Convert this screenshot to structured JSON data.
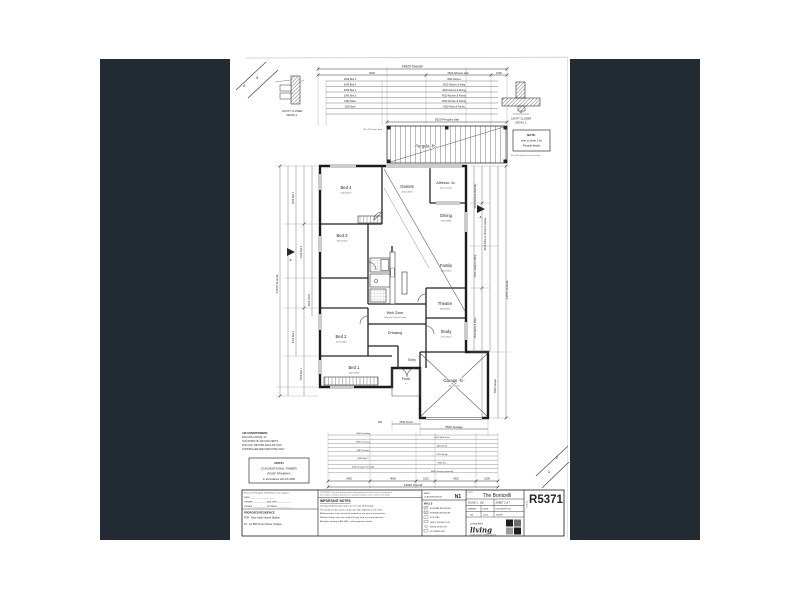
{
  "canvas": {
    "background": "#ffffff",
    "panel_color": "#222b32"
  },
  "drawing": {
    "fold_marks": {
      "top_left_a": "4",
      "top_left_b": "3",
      "bottom_right_a": "2",
      "bottom_right_b": "1"
    },
    "details": {
      "cavity1_line1": "CAVITY CLOSER",
      "cavity1_line2": "DETAIL 1",
      "cavity2_line1": "CAVITY CLOSER",
      "cavity2_line2": "DETAIL 2",
      "cavity2_dim": "90"
    },
    "pergola_note": {
      "l1": "NOTE:",
      "l2": "refer to sheet 3 for",
      "l3": "Pergola details"
    },
    "post_note_left": "90 x 90 timber post",
    "post_note_right": "90 x 90 timber post on stirrups",
    "section_marker": "A",
    "rooms": [
      {
        "label": "Bed 4",
        "sub": "2640x3070"
      },
      {
        "label": "Games",
        "sub": "4520x4060"
      },
      {
        "label": "Alfresco -fc-",
        "sub": "(tbc paving)"
      },
      {
        "label": "Dining",
        "sub": "3310x3890"
      },
      {
        "label": "Bed 3",
        "sub": "3010x4240"
      },
      {
        "label": "Family",
        "sub": "4010x3310"
      },
      {
        "label": "Web Zone",
        "sub": "Joinery by Owner to Design"
      },
      {
        "label": "Dressing",
        "sub": ""
      },
      {
        "label": "Theatre",
        "sub": "4580x3010"
      },
      {
        "label": "Study",
        "sub": "4170x3010"
      },
      {
        "label": "Bed 2",
        "sub": "3010x3440"
      },
      {
        "label": "Bed 1",
        "sub": "3440x3940"
      },
      {
        "label": "Entry",
        "sub": ""
      },
      {
        "label": "Porch",
        "sub": "-tc-"
      },
      {
        "label": "Garage -fc-",
        "sub": "5500x3660"
      },
      {
        "label": "Pergola -fc-",
        "sub": ""
      }
    ],
    "dims": {
      "top_overall": "14620 Overall",
      "top_seg": [
        "8440",
        "4520 Alfresco slab",
        "1660"
      ],
      "top_rows": [
        {
          "l": "2640 Bed 4",
          "r": "4520 Games"
        },
        {
          "l": "3040 Bed 4",
          "r": "4520 Games & Wing"
        },
        {
          "l": "3040 Bed 3",
          "r": "4520 Games & Dining"
        },
        {
          "l": "2040 Bed 3",
          "r": "4520 Kitchen & Family"
        },
        {
          "l": "1280 Robe",
          "r": "4520 Kitchen & Family"
        },
        {
          "l": "2350 Bath",
          "r": "4520 Robe & Family"
        }
      ],
      "pergola_slab": "5520 Pergola slab",
      "left_overall": "23570 Overall",
      "left_rows": [
        "3070 Bed 4",
        "4240 Bed 3",
        "3010 Bed 2",
        "4540 Bed 1",
        "2640 Porch"
      ],
      "right_overall": "23570 Overall",
      "right_rows": [
        "5520 Alfresco internally",
        "8010 Alfresco Dining & Games",
        "4010 Family & Dining",
        "4510 Study & Entry",
        "5500 Garage"
      ],
      "porch_pre": "660",
      "porch": "3700 Porch",
      "garage": "5500 Garage",
      "bottom_rows": [
        "3040 Laundry",
        "3570 Web Zone",
        "3590 Dressing",
        "3440 Entry",
        "4580 Theatre",
        "4170 Study",
        "3440 Bed 1",
        "3940 Ens",
        "3640 Garage internally",
        "3660 Garage internally"
      ],
      "bottom_seg": [
        "3450",
        "4600",
        "1010",
        "4310",
        "1550"
      ],
      "bottom_overall": "14920 Overall"
    },
    "notes": {
      "aircon": [
        "AIR CONDITIONERS:",
        "FAN COIL UNIT(S): X2",
        "*LOCATION OF AIR CON VENTS,",
        "FAN COIL, RETURN AIR & AIR CON",
        "CONTROLLER ARE INDICATIVE ONLY"
      ],
      "roof": [
        "NOTE!",
        "CONVENTIONAL TIMBER",
        "ROOF FRAMING",
        "in accordance with AS 1684"
      ]
    },
    "title_block": {
      "contract_line": "These are the plans referred to in our contract",
      "date_line": "DATE  ____________________",
      "ob_line": "OWNER ___________  BUILDER ___________",
      "ow_line": "OWNER ___________  WITNESS ___________",
      "residence_heading": "PROPOSED RESIDENCE",
      "residence_for": "FOR :  Ross North Homes Display",
      "residence_at": "AT :  Lot 688 Vincent Road, Sinagra",
      "copyright_1": "COPYRIGHT : this plan shall remain the sole property of the builder and must not be given,",
      "copyright_2": "lent, resold or otherwise disposed of or reproduced without written consent of the builder.",
      "important_heading": "IMPORTANT NOTES",
      "important": [
        "Use figured dimensions only - do not scale off drawings.",
        "These plans to be read in conjunction with addenda & site works.",
        "All dimensions to be checked & verified on site prior to construction.",
        "Window & door sizes are nominal & may vary to suit manufacture.",
        "All timber framing to AS 1684 - refer engineers details."
      ],
      "wind_label_1": "WIND",
      "wind_label_2": "CLASSIFICATION",
      "wind_value": "N1",
      "legend_title": "WALLS",
      "legend": [
        "EXTERNAL BRICKWORK",
        "INTERNAL BRICKWORK",
        "STUD WALL",
        "CAVITY SLIDING DOOR",
        "SMOKE DETECTOR",
        "HOT WATER UNIT"
      ],
      "dwg_label": "DWG",
      "design_name": "The Bonicelli",
      "scale_label": "SCALE 1 : 100",
      "sheet_label": "SHEET 2 of 7",
      "drawn_label": "DRAWN",
      "date_col_label": "DATE",
      "description_label": "DESCRIPTION",
      "drawn_value": "VB",
      "date_value": "2013",
      "description_value": "ISSUE",
      "job_label": "JOB No",
      "job_number": "R5371",
      "logo_word1": "complete",
      "logo_word2": "living",
      "logo_sub": "ROSS NORTH HOMES GROUP"
    }
  }
}
